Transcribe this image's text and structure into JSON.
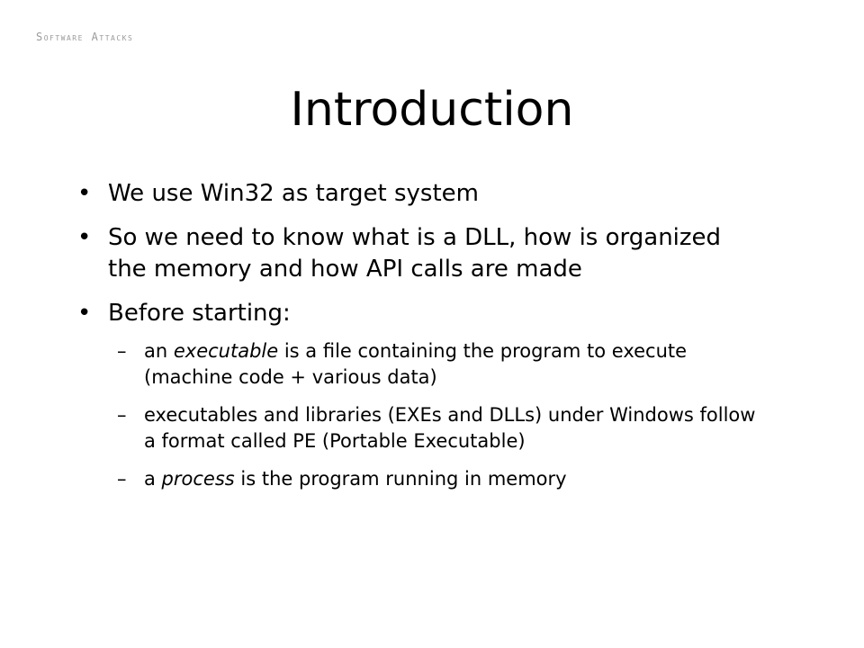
{
  "slide": {
    "header_label": "Software Attacks",
    "title": "Introduction",
    "bullets": [
      {
        "marker": "•",
        "text": "We use Win32 as target system"
      },
      {
        "marker": "•",
        "text": "So we need to know what is a DLL, how is organized the memory and how API calls are made"
      },
      {
        "marker": "•",
        "text": "Before starting:"
      }
    ],
    "sub_bullets": [
      {
        "marker": "–",
        "pre": "an ",
        "emph": "executable",
        "post": " is a file containing the program to execute (machine code + various data)"
      },
      {
        "marker": "–",
        "text": "executables and libraries (EXEs and DLLs) under Windows follow a format called PE (Portable Executable)"
      },
      {
        "marker": "–",
        "pre": "a ",
        "emph": "process",
        "post": " is the program running in memory"
      }
    ]
  }
}
